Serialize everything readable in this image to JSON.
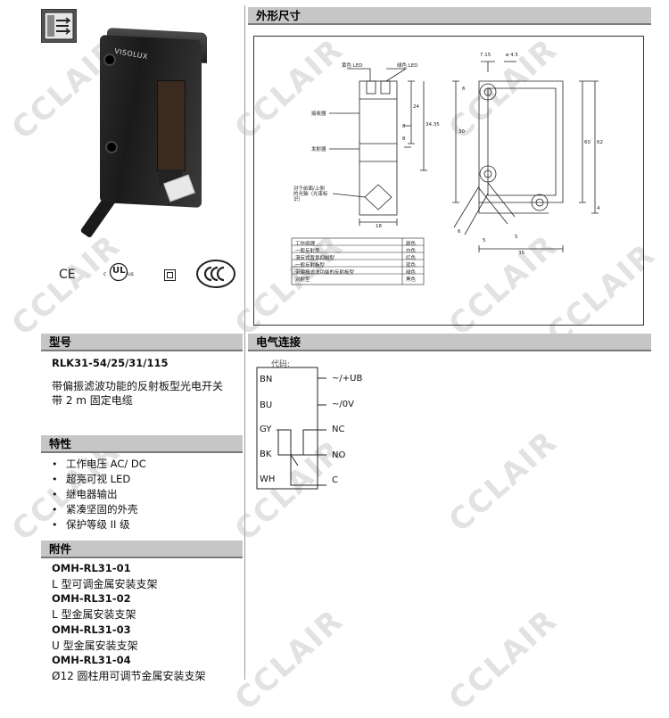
{
  "watermark": "CCLAIR",
  "sections": {
    "dimensions": "外形尺寸",
    "model": "型号",
    "electrical": "电气连接",
    "features": "特性",
    "accessories": "附件"
  },
  "product": {
    "model_number": "RLK31-54/25/31/115",
    "description_line1": "带偏振滤波功能的反射板型光电开关",
    "description_line2": "带 2 m 固定电缆",
    "brand_label": "VISOLUX"
  },
  "certifications": [
    "CE",
    "UL us",
    "□",
    "CCC"
  ],
  "features": [
    "工作电压 AC/ DC",
    "超亮可视 LED",
    "继电器输出",
    "紧凑坚固的外壳",
    "保护等级 II 级"
  ],
  "accessories": [
    {
      "code": "OMH-RL31-01",
      "desc": "L 型可调金属安装支架"
    },
    {
      "code": "OMH-RL31-02",
      "desc": "L 型金属安装支架"
    },
    {
      "code": "OMH-RL31-03",
      "desc": "U 型金属安装支架"
    },
    {
      "code": "OMH-RL31-04",
      "desc": "Ø12 圆柱用可调节金属安装支架"
    }
  ],
  "drawing": {
    "led_yellow": "黄色 LED",
    "led_green": "绿色 LED",
    "receiver": "接收器",
    "emitter": "发射器",
    "axis_note": "对于前面/上侧的光轴（光束标识）",
    "dims": {
      "d715": "7.15",
      "d45": "ø 4.5",
      "d6a": "6",
      "d24": "24",
      "d8a": "8",
      "d3435": "34.35",
      "d8b": "8",
      "d30": "30",
      "d60": "60",
      "d62": "62",
      "d4": "4",
      "d18": "18",
      "d6b": "6",
      "d5a": "5",
      "d5b": "5",
      "d35": "35"
    },
    "table": {
      "header_left": "工作原理",
      "header_right": "颜色",
      "rows": [
        {
          "name": "一般反射型",
          "color": "白色"
        },
        {
          "name": "漫反式背景抑制型",
          "color": "红色"
        },
        {
          "name": "一般反射板型",
          "color": "蓝色"
        },
        {
          "name": "带偏振滤波功能的反射板型",
          "color": "绿色"
        },
        {
          "name": "对射型",
          "color": "黑色"
        }
      ]
    }
  },
  "wiring": {
    "code_label": "代码:",
    "left": [
      "BN",
      "BU",
      "GY",
      "BK",
      "WH"
    ],
    "right": [
      "~/+UB",
      "~/0V",
      "NC",
      "NO",
      "C"
    ]
  }
}
